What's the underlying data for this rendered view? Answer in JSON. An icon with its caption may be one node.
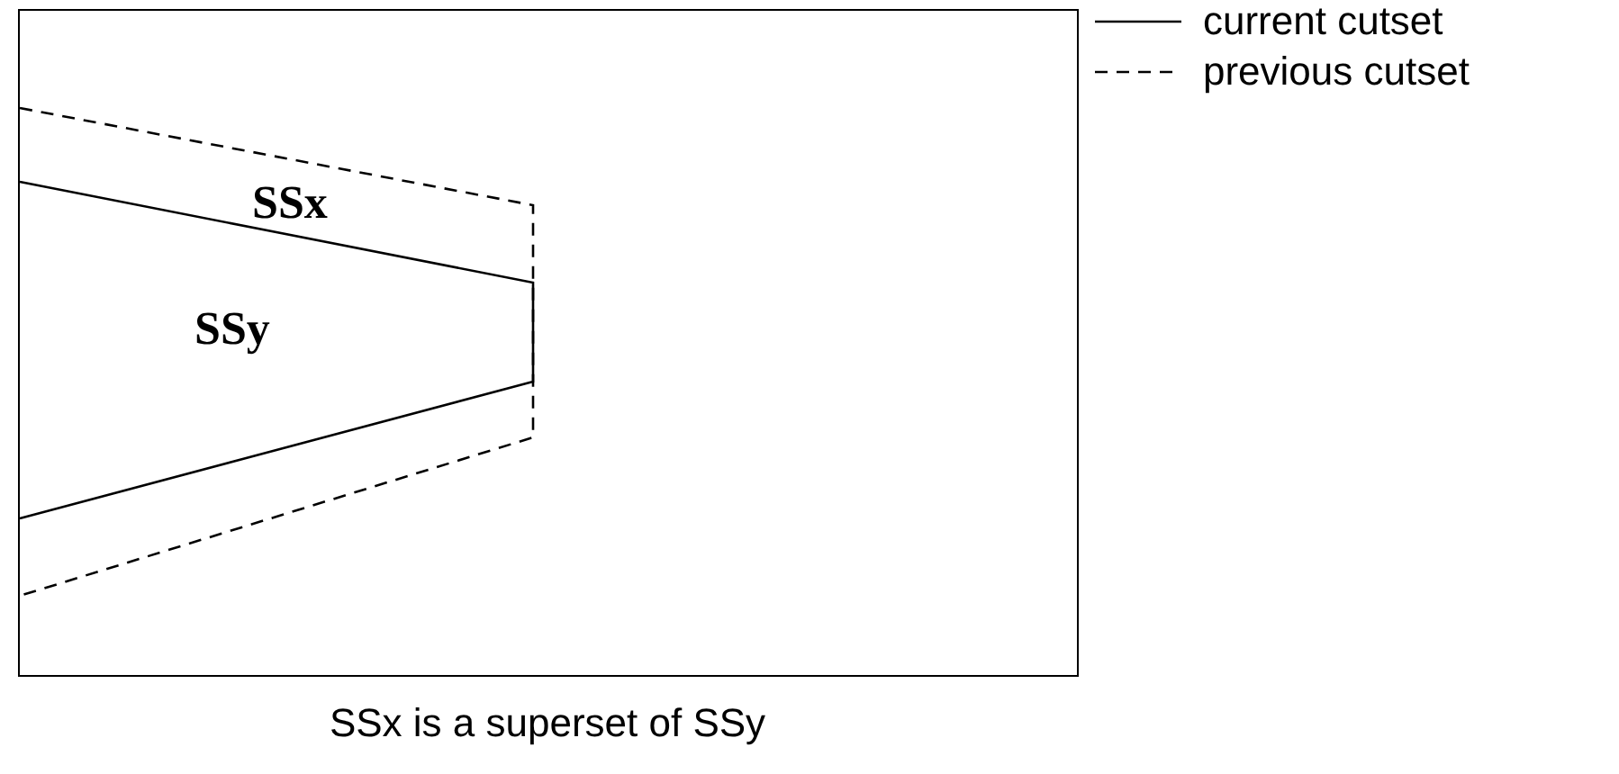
{
  "diagram": {
    "caption": "SSx is a superset of SSy",
    "labels": [
      "SSx",
      "SSy"
    ],
    "legend": [
      {
        "text": "current cutset"
      },
      {
        "text": "previous cutset"
      }
    ]
  }
}
